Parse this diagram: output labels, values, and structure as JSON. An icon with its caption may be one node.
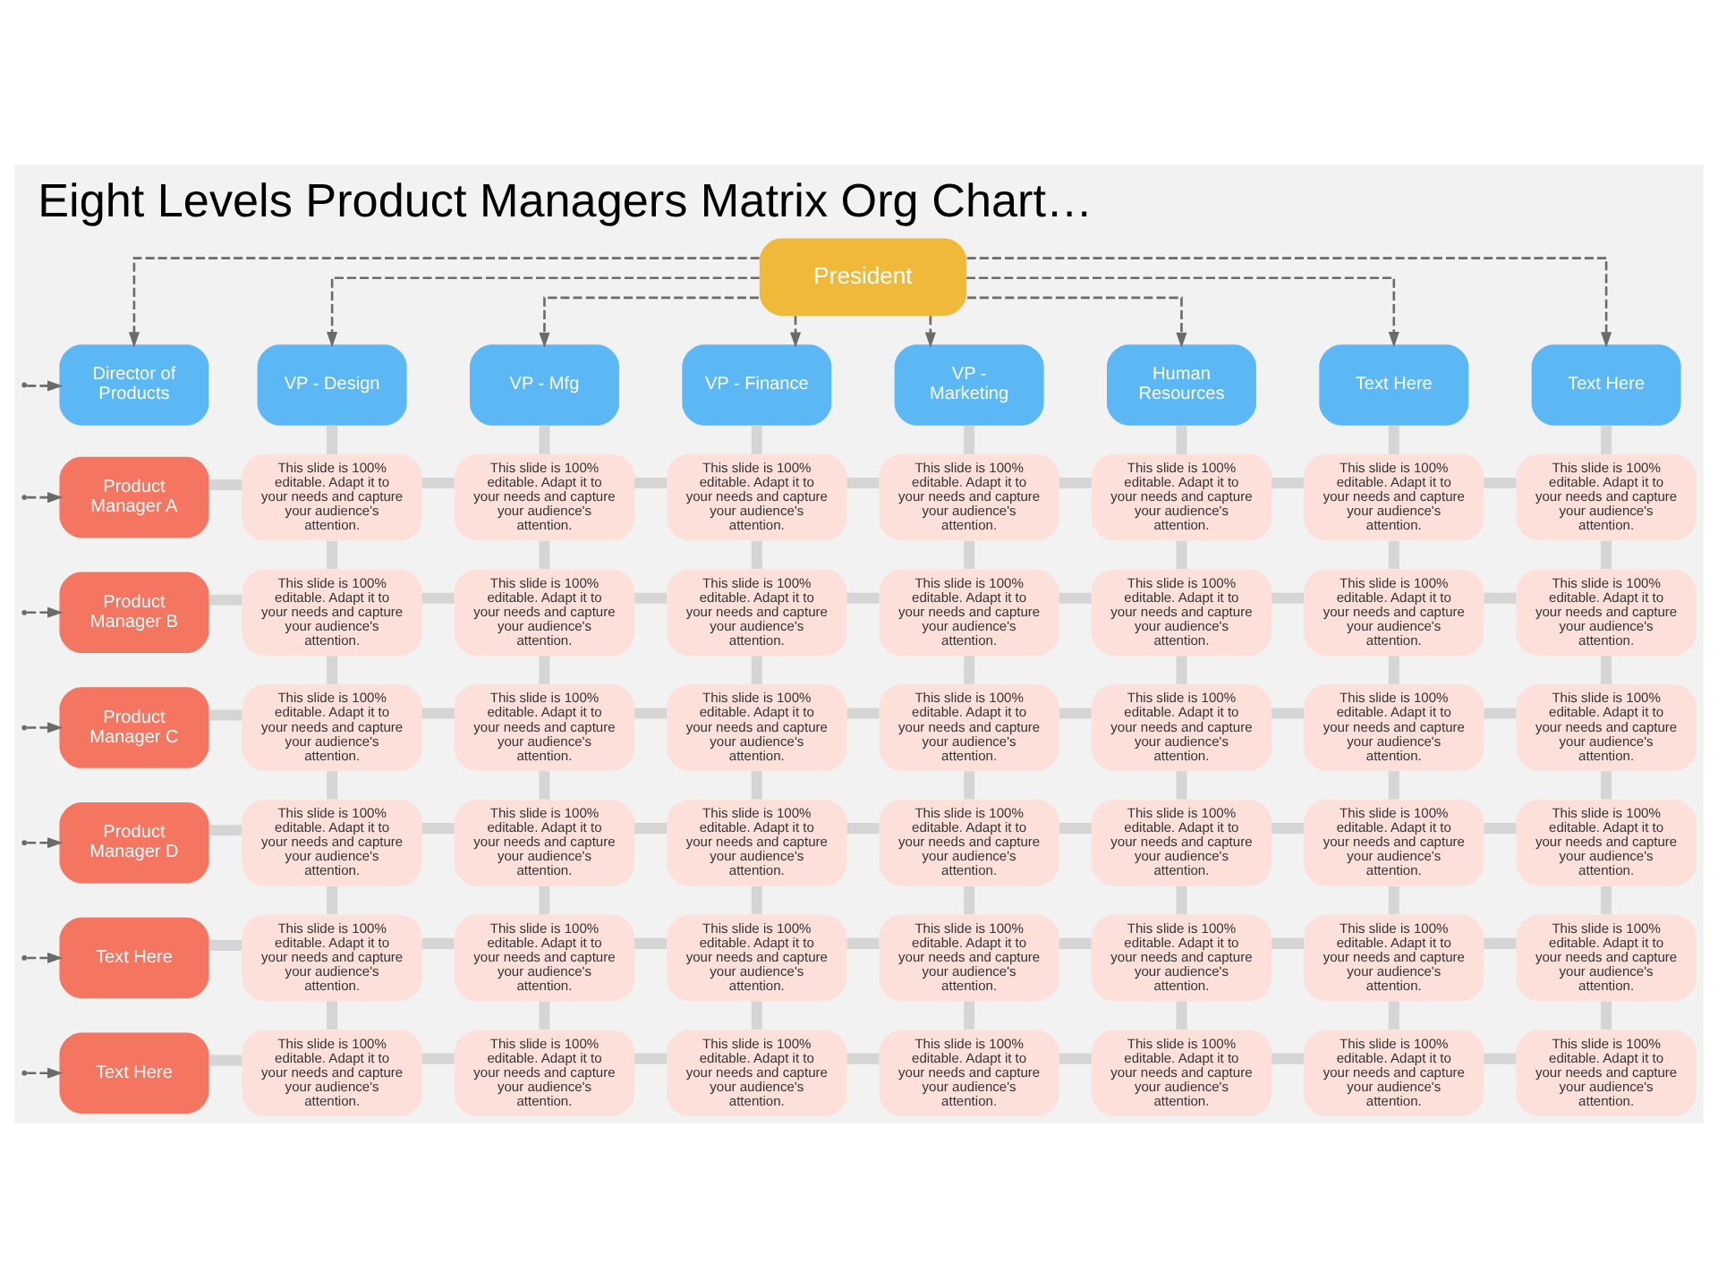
{
  "diagram": {
    "title": "Eight Levels Product Managers Matrix Org Chart…",
    "nodes": [
      {
        "text": [
          "President"
        ]
      },
      {
        "text": [
          "Director of Products"
        ]
      },
      {
        "text": [
          "VP - Design"
        ]
      },
      {
        "text": [
          "VP - Mfg"
        ]
      },
      {
        "text": [
          "VP - Finance"
        ]
      },
      {
        "text": [
          "VP - Marketing"
        ]
      },
      {
        "text": [
          "Human Resources"
        ]
      },
      {
        "text": [
          "Text Here"
        ]
      },
      {
        "text": [
          "Text Here"
        ]
      },
      {
        "text": [
          "Product Manager A"
        ]
      },
      {
        "text": [
          "This slide is 100% editable. Adapt it to your needs and capture your audience's attention."
        ]
      },
      {
        "text": [
          "This slide is 100% editable. Adapt it to your needs and capture your audience's attention."
        ]
      },
      {
        "text": [
          "This slide is 100% editable. Adapt it to your needs and capture your audience's attention."
        ]
      },
      {
        "text": [
          "This slide is 100% editable. Adapt it to your needs and capture your audience's attention."
        ]
      },
      {
        "text": [
          "This slide is 100% editable. Adapt it to your needs and capture your audience's attention."
        ]
      },
      {
        "text": [
          "This slide is 100% editable. Adapt it to your needs and capture your audience's attention."
        ]
      },
      {
        "text": [
          "This slide is 100% editable. Adapt it to your needs and capture your audience's attention."
        ]
      },
      {
        "text": [
          "Product Manager B"
        ]
      },
      {
        "text": [
          "This slide is 100% editable. Adapt it to your needs and capture your audience's attention."
        ]
      },
      {
        "text": [
          "This slide is 100% editable. Adapt it to your needs and capture your audience's attention."
        ]
      },
      {
        "text": [
          "This slide is 100% editable. Adapt it to your needs and capture your audience's attention."
        ]
      },
      {
        "text": [
          "This slide is 100% editable. Adapt it to your needs and capture your audience's attention."
        ]
      },
      {
        "text": [
          "This slide is 100% editable. Adapt it to your needs and capture your audience's attention."
        ]
      },
      {
        "text": [
          "This slide is 100% editable. Adapt it to your needs and capture your audience's attention."
        ]
      },
      {
        "text": [
          "This slide is 100% editable. Adapt it to your needs and capture your audience's attention."
        ]
      },
      {
        "text": [
          "Product Manager C"
        ]
      },
      {
        "text": [
          "This slide is 100% editable. Adapt it to your needs and capture your audience's attention."
        ]
      },
      {
        "text": [
          "This slide is 100% editable. Adapt it to your needs and capture your audience's attention."
        ]
      },
      {
        "text": [
          "This slide is 100% editable. Adapt it to your needs and capture your audience's attention."
        ]
      },
      {
        "text": [
          "This slide is 100% editable. Adapt it to your needs and capture your audience's attention."
        ]
      },
      {
        "text": [
          "This slide is 100% editable. Adapt it to your needs and capture your audience's attention."
        ]
      },
      {
        "text": [
          "This slide is 100% editable. Adapt it to your needs and capture your audience's attention."
        ]
      },
      {
        "text": [
          "This slide is 100% editable. Adapt it to your needs and capture your audience's attention."
        ]
      },
      {
        "text": [
          "Product Manager D"
        ]
      },
      {
        "text": [
          "This slide is 100% editable. Adapt it to your needs and capture your audience's attention."
        ]
      },
      {
        "text": [
          "This slide is 100% editable. Adapt it to your needs and capture your audience's attention."
        ]
      },
      {
        "text": [
          "This slide is 100% editable. Adapt it to your needs and capture your audience's attention."
        ]
      },
      {
        "text": [
          "This slide is 100% editable. Adapt it to your needs and capture your audience's attention."
        ]
      },
      {
        "text": [
          "This slide is 100% editable. Adapt it to your needs and capture your audience's attention."
        ]
      },
      {
        "text": [
          "This slide is 100% editable. Adapt it to your needs and capture your audience's attention."
        ]
      },
      {
        "text": [
          "This slide is 100% editable. Adapt it to your needs and capture your audience's attention."
        ]
      },
      {
        "text": [
          "Text Here"
        ]
      },
      {
        "text": [
          "This slide is 100% editable. Adapt it to your needs and capture your audience's attention."
        ]
      },
      {
        "text": [
          "This slide is 100% editable. Adapt it to your needs and capture your audience's attention."
        ]
      },
      {
        "text": [
          "This slide is 100% editable. Adapt it to your needs and capture your audience's attention."
        ]
      },
      {
        "text": [
          "This slide is 100% editable. Adapt it to your needs and capture your audience's attention."
        ]
      },
      {
        "text": [
          "This slide is 100% editable. Adapt it to your needs and capture your audience's attention."
        ]
      },
      {
        "text": [
          "This slide is 100% editable. Adapt it to your needs and capture your audience's attention."
        ]
      },
      {
        "text": [
          "This slide is 100% editable. Adapt it to your needs and capture your audience's attention."
        ]
      },
      {
        "text": [
          "Text Here"
        ]
      },
      {
        "text": [
          "This slide is 100% editable. Adapt it to your needs and capture your audience's attention."
        ]
      },
      {
        "text": [
          "This slide is 100% editable. Adapt it to your needs and capture your audience's attention."
        ]
      },
      {
        "text": [
          "This slide is 100% editable. Adapt it to your needs and capture your audience's attention."
        ]
      },
      {
        "text": [
          "This slide is 100% editable. Adapt it to your needs and capture your audience's attention."
        ]
      },
      {
        "text": [
          "This slide is 100% editable. Adapt it to your needs and capture your audience's attention."
        ]
      },
      {
        "text": [
          "This slide is 100% editable. Adapt it to your needs and capture your audience's attention."
        ]
      },
      {
        "text": [
          "This slide is 100% editable. Adapt it to your needs and capture your audience's attention."
        ]
      }
    ],
    "edges": [
      {
        "from": 0,
        "to": 1,
        "arrow": "to",
        "style": "dashed",
        "color": "#6b6b6b"
      },
      {
        "from": 0,
        "to": 2,
        "arrow": "to",
        "style": "dashed",
        "color": "#6b6b6b"
      },
      {
        "from": 0,
        "to": 3,
        "arrow": "to",
        "style": "dashed",
        "color": "#6b6b6b"
      },
      {
        "from": 0,
        "to": 4,
        "arrow": "to",
        "style": "dashed",
        "color": "#6b6b6b"
      },
      {
        "from": 0,
        "to": 5,
        "arrow": "to",
        "style": "dashed",
        "color": "#6b6b6b"
      },
      {
        "from": 0,
        "to": 6,
        "arrow": "to",
        "style": "dashed",
        "color": "#6b6b6b"
      },
      {
        "from": 0,
        "to": 7,
        "arrow": "to",
        "style": "dashed",
        "color": "#6b6b6b"
      },
      {
        "from": 0,
        "to": 8,
        "arrow": "to",
        "style": "dashed",
        "color": "#6b6b6b"
      },
      {
        "from": null,
        "to": 1,
        "arrow": "to",
        "style": "dashed",
        "color": "#6b6b6b"
      },
      {
        "from": null,
        "to": 9,
        "arrow": "to",
        "style": "dashed",
        "color": "#6b6b6b"
      },
      {
        "from": null,
        "to": 17,
        "arrow": "to",
        "style": "dashed",
        "color": "#6b6b6b"
      },
      {
        "from": null,
        "to": 25,
        "arrow": "to",
        "style": "dashed",
        "color": "#6b6b6b"
      },
      {
        "from": null,
        "to": 33,
        "arrow": "to",
        "style": "dashed",
        "color": "#6b6b6b"
      },
      {
        "from": null,
        "to": 41,
        "arrow": "to",
        "style": "dashed",
        "color": "#6b6b6b"
      },
      {
        "from": null,
        "to": 49,
        "arrow": "to",
        "style": "dashed",
        "color": "#6b6b6b"
      },
      {
        "from": 2,
        "to": 10,
        "arrow": "none"
      },
      {
        "from": 10,
        "to": 18,
        "arrow": "none"
      },
      {
        "from": 18,
        "to": 26,
        "arrow": "none"
      },
      {
        "from": 26,
        "to": 34,
        "arrow": "none"
      },
      {
        "from": 34,
        "to": 42,
        "arrow": "none"
      },
      {
        "from": 42,
        "to": 50,
        "arrow": "none"
      },
      {
        "from": 3,
        "to": 11,
        "arrow": "none"
      },
      {
        "from": 11,
        "to": 19,
        "arrow": "none"
      },
      {
        "from": 19,
        "to": 27,
        "arrow": "none"
      },
      {
        "from": 27,
        "to": 35,
        "arrow": "none"
      },
      {
        "from": 35,
        "to": 43,
        "arrow": "none"
      },
      {
        "from": 43,
        "to": 51,
        "arrow": "none"
      },
      {
        "from": 4,
        "to": 12,
        "arrow": "none"
      },
      {
        "from": 12,
        "to": 20,
        "arrow": "none"
      },
      {
        "from": 20,
        "to": 28,
        "arrow": "none"
      },
      {
        "from": 28,
        "to": 36,
        "arrow": "none"
      },
      {
        "from": 36,
        "to": 44,
        "arrow": "none"
      },
      {
        "from": 44,
        "to": 52,
        "arrow": "none"
      },
      {
        "from": 5,
        "to": 13,
        "arrow": "none"
      },
      {
        "from": 13,
        "to": 21,
        "arrow": "none"
      },
      {
        "from": 21,
        "to": 29,
        "arrow": "none"
      },
      {
        "from": 29,
        "to": 37,
        "arrow": "none"
      },
      {
        "from": 37,
        "to": 45,
        "arrow": "none"
      },
      {
        "from": 45,
        "to": 53,
        "arrow": "none"
      },
      {
        "from": 6,
        "to": 14,
        "arrow": "none"
      },
      {
        "from": 14,
        "to": 22,
        "arrow": "none"
      },
      {
        "from": 22,
        "to": 30,
        "arrow": "none"
      },
      {
        "from": 30,
        "to": 38,
        "arrow": "none"
      },
      {
        "from": 38,
        "to": 46,
        "arrow": "none"
      },
      {
        "from": 46,
        "to": 54,
        "arrow": "none"
      },
      {
        "from": 7,
        "to": 15,
        "arrow": "none"
      },
      {
        "from": 15,
        "to": 23,
        "arrow": "none"
      },
      {
        "from": 23,
        "to": 31,
        "arrow": "none"
      },
      {
        "from": 31,
        "to": 39,
        "arrow": "none"
      },
      {
        "from": 39,
        "to": 47,
        "arrow": "none"
      },
      {
        "from": 47,
        "to": 55,
        "arrow": "none"
      },
      {
        "from": 8,
        "to": 16,
        "arrow": "none"
      },
      {
        "from": 16,
        "to": 24,
        "arrow": "none"
      },
      {
        "from": 24,
        "to": 32,
        "arrow": "none"
      },
      {
        "from": 32,
        "to": 40,
        "arrow": "none"
      },
      {
        "from": 40,
        "to": 48,
        "arrow": "none"
      },
      {
        "from": 48,
        "to": 56,
        "arrow": "none"
      },
      {
        "from": 9,
        "to": 10,
        "arrow": "none"
      },
      {
        "from": 10,
        "to": 11,
        "arrow": "none"
      },
      {
        "from": 11,
        "to": 12,
        "arrow": "none"
      },
      {
        "from": 12,
        "to": 13,
        "arrow": "none"
      },
      {
        "from": 13,
        "to": 14,
        "arrow": "none"
      },
      {
        "from": 14,
        "to": 15,
        "arrow": "none"
      },
      {
        "from": 15,
        "to": 16,
        "arrow": "none"
      },
      {
        "from": 17,
        "to": 18,
        "arrow": "none"
      },
      {
        "from": 18,
        "to": 19,
        "arrow": "none"
      },
      {
        "from": 19,
        "to": 20,
        "arrow": "none"
      },
      {
        "from": 20,
        "to": 21,
        "arrow": "none"
      },
      {
        "from": 21,
        "to": 22,
        "arrow": "none"
      },
      {
        "from": 22,
        "to": 23,
        "arrow": "none"
      },
      {
        "from": 23,
        "to": 24,
        "arrow": "none"
      },
      {
        "from": 25,
        "to": 26,
        "arrow": "none"
      },
      {
        "from": 26,
        "to": 27,
        "arrow": "none"
      },
      {
        "from": 27,
        "to": 28,
        "arrow": "none"
      },
      {
        "from": 28,
        "to": 29,
        "arrow": "none"
      },
      {
        "from": 29,
        "to": 30,
        "arrow": "none"
      },
      {
        "from": 30,
        "to": 31,
        "arrow": "none"
      },
      {
        "from": 31,
        "to": 32,
        "arrow": "none"
      },
      {
        "from": 33,
        "to": 34,
        "arrow": "none"
      },
      {
        "from": 34,
        "to": 35,
        "arrow": "none"
      },
      {
        "from": 35,
        "to": 36,
        "arrow": "none"
      },
      {
        "from": 36,
        "to": 37,
        "arrow": "none"
      },
      {
        "from": 37,
        "to": 38,
        "arrow": "none"
      },
      {
        "from": 38,
        "to": 39,
        "arrow": "none"
      },
      {
        "from": 39,
        "to": 40,
        "arrow": "none"
      },
      {
        "from": 41,
        "to": 42,
        "arrow": "none"
      },
      {
        "from": 42,
        "to": 43,
        "arrow": "none"
      },
      {
        "from": 43,
        "to": 44,
        "arrow": "none"
      },
      {
        "from": 44,
        "to": 45,
        "arrow": "none"
      },
      {
        "from": 45,
        "to": 46,
        "arrow": "none"
      },
      {
        "from": 46,
        "to": 47,
        "arrow": "none"
      },
      {
        "from": 47,
        "to": 48,
        "arrow": "none"
      },
      {
        "from": 49,
        "to": 50,
        "arrow": "none"
      },
      {
        "from": 50,
        "to": 51,
        "arrow": "none"
      },
      {
        "from": 51,
        "to": 52,
        "arrow": "none"
      },
      {
        "from": 52,
        "to": 53,
        "arrow": "none"
      },
      {
        "from": 53,
        "to": 54,
        "arrow": "none"
      },
      {
        "from": 54,
        "to": 55,
        "arrow": "none"
      },
      {
        "from": 55,
        "to": 56,
        "arrow": "none"
      }
    ]
  }
}
